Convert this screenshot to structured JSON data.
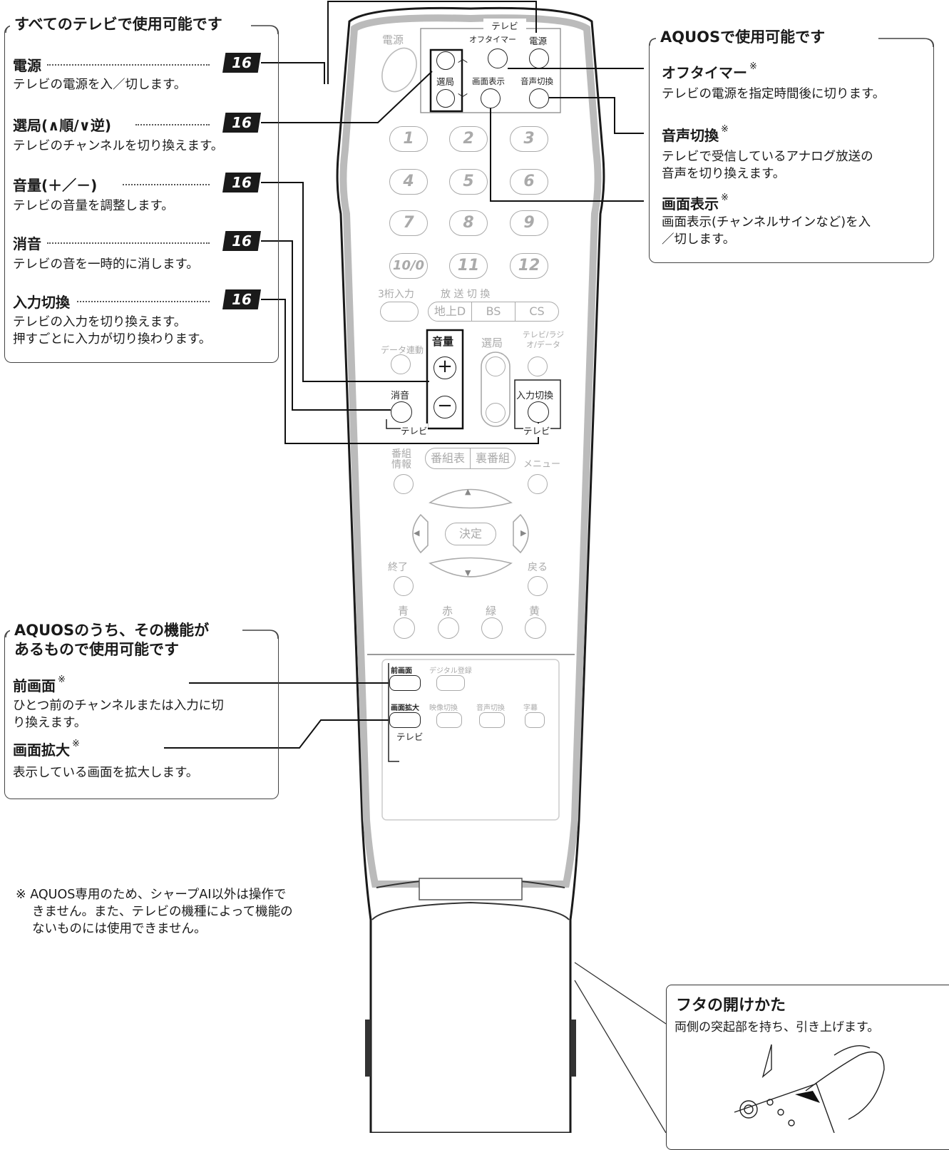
{
  "panel_all": {
    "title": "すべてのテレビで使用可能です",
    "items": [
      {
        "label": "電源",
        "page": "16",
        "desc": [
          "テレビの電源を入／切します。"
        ]
      },
      {
        "label": "選局(∧順/∨逆)",
        "page": "16",
        "desc": [
          "テレビのチャンネルを切り換えます。"
        ]
      },
      {
        "label": "音量(＋／－)",
        "page": "16",
        "desc": [
          "テレビの音量を調整します。"
        ]
      },
      {
        "label": "消音",
        "page": "16",
        "desc": [
          "テレビの音を一時的に消します。"
        ]
      },
      {
        "label": "入力切換",
        "page": "16",
        "desc": [
          "テレビの入力を切り換えます。",
          "押すごとに入力が切り換わります。"
        ]
      }
    ]
  },
  "panel_aquos": {
    "title": "AQUOSで使用可能です",
    "items": [
      {
        "label": "オフタイマー",
        "mark": "※",
        "desc": [
          "テレビの電源を指定時間後に切ります。"
        ]
      },
      {
        "label": "音声切換",
        "mark": "※",
        "desc": [
          "テレビで受信しているアナログ放送の",
          "音声を切り換えます。"
        ]
      },
      {
        "label": "画面表示",
        "mark": "※",
        "desc": [
          "画面表示(チャンネルサインなど)を入",
          "／切します。"
        ]
      }
    ]
  },
  "panel_some": {
    "title_lines": [
      "AQUOSのうち、その機能が",
      "あるもので使用可能です"
    ],
    "items": [
      {
        "label": "前画面",
        "mark": "※",
        "desc": [
          "ひとつ前のチャンネルまたは入力に切",
          "り換えます。"
        ]
      },
      {
        "label": "画面拡大",
        "mark": "※",
        "desc": [
          "表示している画面を拡大します。"
        ]
      }
    ]
  },
  "note": [
    "※ AQUOS専用のため、シャープAI以外は操作で",
    "きません。また、テレビの機種によって機能の",
    "ないものには使用できません。"
  ],
  "lid": {
    "title": "フタの開けかた",
    "desc": "両側の突起部を持ち、引き上げます。"
  },
  "remote": {
    "tv_group": "テレビ",
    "power_faded": "電源",
    "off_timer": "オフタイマー",
    "power": "電源",
    "channel": "選局",
    "display": "画面表示",
    "audio_switch": "音声切換",
    "numbers": [
      "1",
      "2",
      "3",
      "4",
      "5",
      "6",
      "7",
      "8",
      "9",
      "10/0",
      "11",
      "12"
    ],
    "three_digit": "3桁入力",
    "broadcast_switch": "放 送 切 換",
    "broadcasts": [
      "地上D",
      "BS",
      "CS"
    ],
    "volume": "音量",
    "data_link": "データ連動",
    "channel_faded": "選局",
    "tv_radio_data": "テレビ/ラジオ/データ",
    "mute": "消音",
    "input_switch": "入力切換",
    "tv_under_1": "テレビ",
    "tv_under_2": "テレビ",
    "program_info": "番組情報",
    "epg": "番組表",
    "back_epg": "裏番組",
    "menu": "メニュー",
    "enter": "決定",
    "exit": "終了",
    "return": "戻る",
    "colors": [
      "青",
      "赤",
      "緑",
      "黄"
    ],
    "prev_screen": "前画面",
    "digital_reg": "デジタル登録",
    "zoom": "画面拡大",
    "video_switch": "映像切換",
    "audio_switch2": "音声切換",
    "subtitle": "字幕",
    "tv_under_3": "テレビ"
  }
}
